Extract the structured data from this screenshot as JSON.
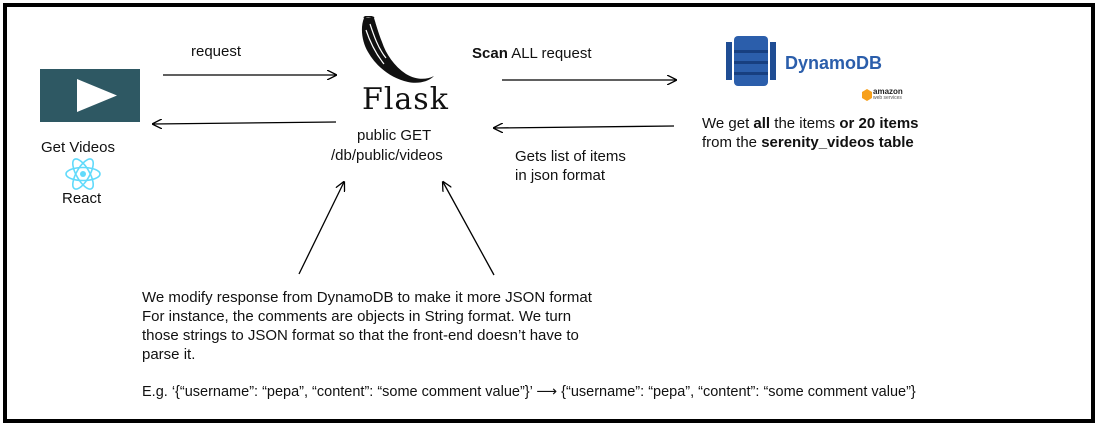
{
  "client": {
    "label": "Get Videos",
    "framework": "React",
    "icon": "video-play-icon",
    "icon_color": "#2e5863"
  },
  "server": {
    "name": "Flask",
    "endpoint_line1": "public GET",
    "endpoint_line2": "/db/public/videos",
    "icon": "flask-horn-icon"
  },
  "database": {
    "name": "DynamoDB",
    "brand": "amazon",
    "brand_sub": "web services",
    "icon": "dynamodb-icon",
    "color": "#2b5eab"
  },
  "arrows": {
    "request": "request",
    "scan_bold": "Scan",
    "scan_rest": " ALL request",
    "gets_line1": "Gets list of items",
    "gets_line2": "in json format"
  },
  "db_note": {
    "p1": "We get ",
    "p2": "all",
    "p3": " the items ",
    "p4": "or 20 items",
    "p5": "from the ",
    "p6": "serenity_videos table"
  },
  "bottom_note": {
    "line1": "We modify response from DynamoDB to make it more JSON format",
    "line2": "For instance, the comments are objects in String format. We turn",
    "line3": "those strings to JSON format so that the front-end doesn’t have to",
    "line4": "parse it.",
    "example": "E.g. ‘{“username”: “pepa”, “content”: “some comment value”}’ ⟶ {“username”: “pepa”, “content”: “some comment value”}"
  }
}
